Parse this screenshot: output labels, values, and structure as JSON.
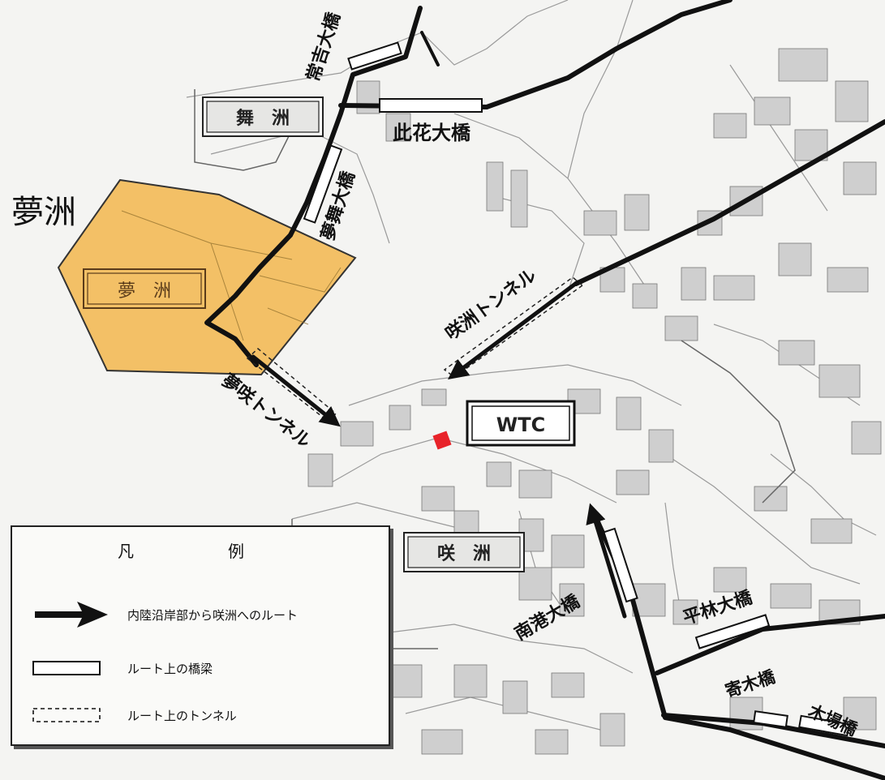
{
  "map": {
    "area_label": "夢洲",
    "place_boxes": {
      "maishima": "舞　洲",
      "yumeshima": "夢　洲",
      "sakishima": "咲　洲",
      "wtc": "WTC"
    },
    "bridges": {
      "tsuneyoshi": "常吉大橋",
      "konohana": "此花大橋",
      "yumemai": "夢舞大橋",
      "nanko": "南港大橋",
      "hirabayashi": "平林大橋",
      "kigi": "寄木橋",
      "kiba": "木場橋"
    },
    "tunnels": {
      "sakishima": "咲洲トンネル",
      "yumesaki": "夢咲トンネル"
    },
    "colors": {
      "yumeshima_fill": "#f3c066",
      "yumeshima_border": "#333333",
      "route": "#111111",
      "wtc_marker": "#e8232a",
      "background": "#f4f4f2"
    }
  },
  "legend": {
    "title": "凡　例",
    "items": [
      {
        "icon": "arrow-icon",
        "label": "内陸沿岸部から咲洲へのルート"
      },
      {
        "icon": "bridge-symbol-icon",
        "label": "ルート上の橋梁"
      },
      {
        "icon": "tunnel-symbol-icon",
        "label": "ルート上のトンネル"
      }
    ]
  }
}
